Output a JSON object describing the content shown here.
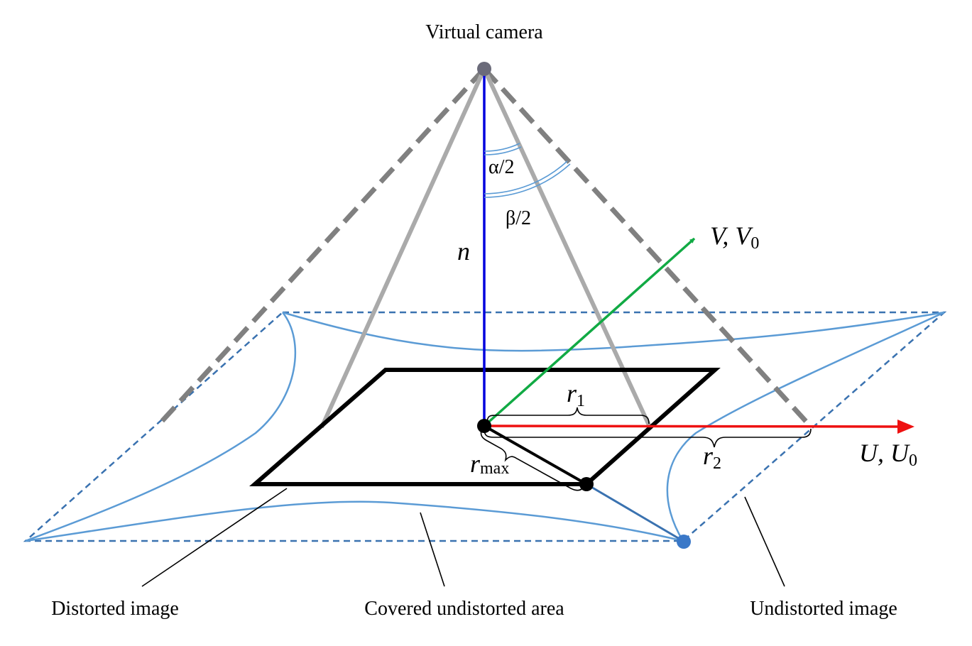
{
  "labels": {
    "virtual_camera": "Virtual camera",
    "alpha_half": "α/2",
    "beta_half": "β/2",
    "n": "n",
    "v_axis": "V, V",
    "v_axis_sub": "0",
    "u_axis": "U, U",
    "u_axis_sub": "0",
    "r1": "r",
    "r1_sub": "1",
    "r2": "r",
    "r2_sub": "2",
    "rmax": "r",
    "rmax_sub": "max",
    "distorted_image": "Distorted image",
    "covered_area": "Covered undistorted area",
    "undistorted_image": "Undistorted image"
  },
  "colors": {
    "optical_axis": "#0000dd",
    "u_axis": "#ee1111",
    "v_axis": "#11aa44",
    "undistorted_outline": "#3a72b0",
    "distortion_curves": "#5b9bd5",
    "rays_gray": "#aaaaaa",
    "dashed_rays": "#808080",
    "distorted_frame": "#000000",
    "camera_point": "#6b6b7a",
    "corner_point": "#3a78c8"
  }
}
